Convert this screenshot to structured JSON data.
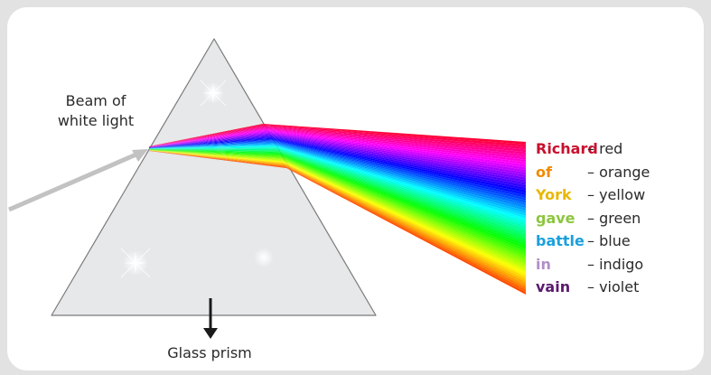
{
  "labels": {
    "beam": [
      "Beam of",
      "white light"
    ],
    "prism": "Glass prism"
  },
  "mnemonic": [
    {
      "word": "Richard",
      "colour": "– red",
      "hex": "#c8102e"
    },
    {
      "word": "of",
      "colour": "– orange",
      "hex": "#f08a00"
    },
    {
      "word": "York",
      "colour": "– yellow",
      "hex": "#e8b800"
    },
    {
      "word": "gave",
      "colour": "– green",
      "hex": "#8cc63f"
    },
    {
      "word": "battle",
      "colour": "– blue",
      "hex": "#1aa0dc"
    },
    {
      "word": "in",
      "colour": "– indigo",
      "hex": "#b08fc8"
    },
    {
      "word": "vain",
      "colour": "– violet",
      "hex": "#5a1a6e"
    }
  ],
  "icons": {
    "sparkles": "sparkle-icon",
    "arrow": "arrow-down-icon"
  },
  "colors": {
    "prism_fill": "#e6e8ea",
    "prism_stroke": "#7a7a7a",
    "incident_beam": "#c2c2c2"
  }
}
